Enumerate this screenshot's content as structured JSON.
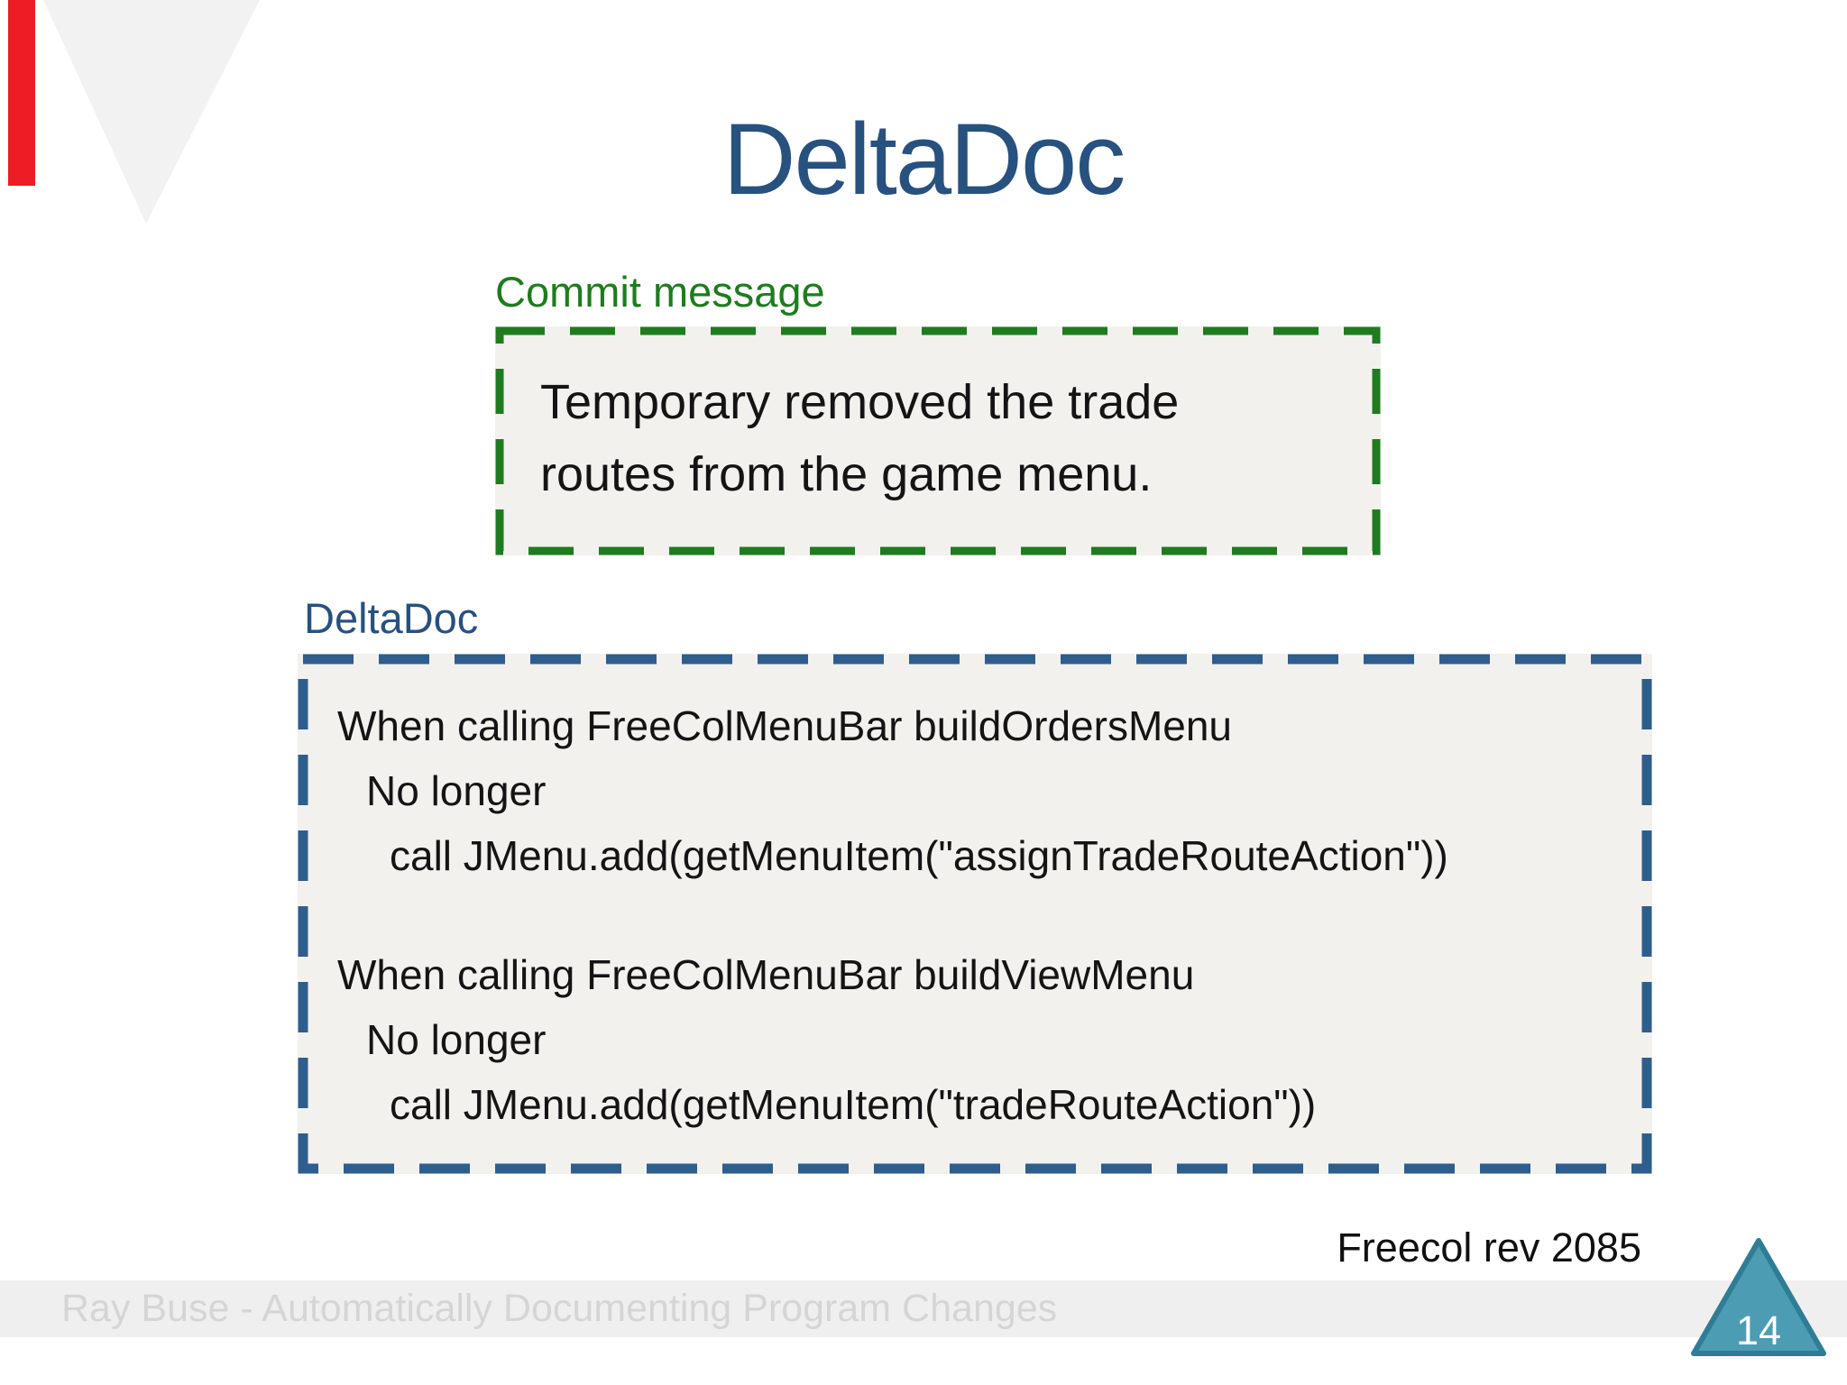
{
  "slide": {
    "title": "DeltaDoc",
    "commit": {
      "label": "Commit message",
      "message": "Temporary removed the trade routes from the game menu."
    },
    "deltadoc": {
      "label": "DeltaDoc",
      "blocks": [
        {
          "when": "When calling FreeColMenuBar buildOrdersMenu",
          "no_longer": "No longer",
          "call": "call JMenu.add(getMenuItem(\"assignTradeRouteAction\"))"
        },
        {
          "when": "When calling FreeColMenuBar buildViewMenu",
          "no_longer": "No longer",
          "call": "call JMenu.add(getMenuItem(\"tradeRouteAction\"))"
        }
      ]
    },
    "caption": "Freecol rev 2085",
    "footer_text": "Ray Buse - Automatically Documenting Program Changes",
    "page_number": "14",
    "colors": {
      "title_blue": "#27517f",
      "green_accent": "#1e7c1e",
      "blue_border": "#2d5e8e",
      "box_fill": "#f3f1ee",
      "red_accent": "#ee1c24",
      "teal_triangle_fill": "#4c9db4",
      "teal_triangle_border": "#2f7c95",
      "footer_bar": "#f0eff0",
      "footer_text": "#d6d5d6",
      "decor_gray": "#f2f2f2"
    }
  }
}
